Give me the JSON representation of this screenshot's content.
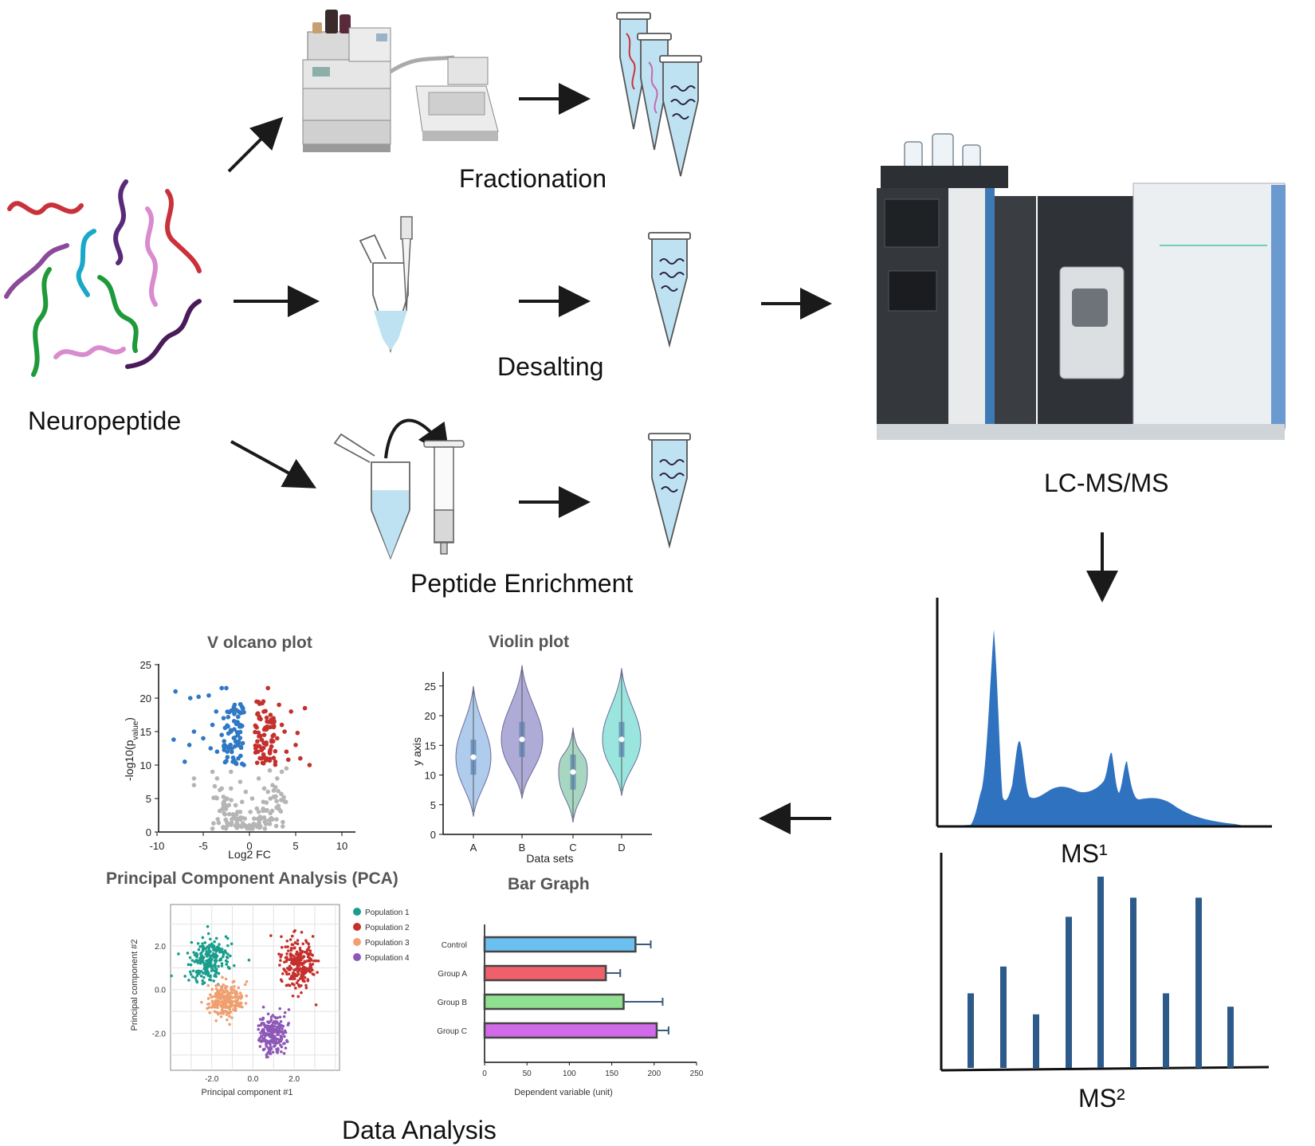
{
  "labels": {
    "neuropeptide": "Neuropeptide",
    "fractionation": "Fractionation",
    "desalting": "Desalting",
    "peptide_enrichment": "Peptide Enrichment",
    "lcmsms": "LC-MS/MS",
    "ms1": "MS¹",
    "ms2": "MS²",
    "data_analysis": "Data Analysis"
  },
  "colors": {
    "arrow": "#1a1a1a",
    "ms_blue": "#2f72c0",
    "ms2_bar": "#2c5a8a",
    "tube_liquid": "#bfe2f3",
    "up": "#c3312e",
    "down": "#2f78c4",
    "ns": "#b5b5b5"
  },
  "chart_data": [
    {
      "type": "scatter",
      "title": "V olcano plot",
      "xlabel": "Log2 FC",
      "ylabel": "-log10(p",
      "ylabel_sub": "value",
      "xlim": [
        -10,
        10
      ],
      "ylim": [
        0,
        25
      ],
      "xticks": [
        "-10",
        "-5",
        "0",
        "5",
        "10"
      ],
      "yticks": [
        "0",
        "5",
        "10",
        "15",
        "20",
        "25"
      ],
      "series": [
        {
          "group": "down",
          "points": [
            [
              -8,
              21
            ],
            [
              -8.2,
              13.8
            ],
            [
              -6.4,
              20
            ],
            [
              -5.5,
              20.2
            ],
            [
              -7,
              10.5
            ],
            [
              -6.5,
              13
            ],
            [
              -6,
              15
            ],
            [
              -5,
              14
            ],
            [
              -4.4,
              20.4
            ],
            [
              -4,
              16
            ],
            [
              -4.2,
              12.5
            ],
            [
              -3.6,
              18
            ],
            [
              -3,
              21.5
            ],
            [
              -2.5,
              21.5
            ],
            [
              -3.5,
              12
            ],
            [
              -3,
              14.5
            ],
            [
              -2.8,
              17
            ],
            [
              -2.2,
              12.5
            ],
            [
              -2,
              15
            ],
            [
              -1.6,
              19
            ],
            [
              -1.2,
              11
            ],
            [
              -1.5,
              13.5
            ],
            [
              -1.8,
              10.5
            ],
            [
              -1,
              16
            ],
            [
              -2.5,
              10.6
            ]
          ]
        },
        {
          "group": "up",
          "points": [
            [
              2,
              21.5
            ],
            [
              1.5,
              19.5
            ],
            [
              2.6,
              17
            ],
            [
              3,
              14
            ],
            [
              3.5,
              16
            ],
            [
              4,
              12
            ],
            [
              4.5,
              18
            ],
            [
              5,
              13
            ],
            [
              5.5,
              11
            ],
            [
              6,
              18.5
            ],
            [
              6.5,
              10
            ],
            [
              1.3,
              11
            ],
            [
              1.6,
              14.5
            ],
            [
              2.2,
              12
            ],
            [
              2.8,
              10.5
            ],
            [
              3.2,
              19
            ],
            [
              3.8,
              15
            ],
            [
              4.2,
              10.8
            ],
            [
              1.9,
              16.5
            ],
            [
              1.1,
              12.8
            ],
            [
              2.4,
              13.5
            ],
            [
              5.2,
              14.8
            ]
          ]
        },
        {
          "group": "ns",
          "points": [
            [
              -6,
              7
            ],
            [
              -6,
              8
            ],
            [
              -4,
              9
            ],
            [
              -3.5,
              8
            ],
            [
              -3,
              6.5
            ],
            [
              -2.5,
              5
            ],
            [
              -2,
              6.5
            ],
            [
              -1.5,
              4
            ],
            [
              -1,
              3
            ],
            [
              -0.5,
              2
            ],
            [
              0,
              1
            ],
            [
              0.5,
              2
            ],
            [
              1,
              3
            ],
            [
              1.5,
              4.5
            ],
            [
              2,
              6
            ],
            [
              2.5,
              7
            ],
            [
              3,
              8
            ],
            [
              3.5,
              9
            ],
            [
              4,
              9.5
            ],
            [
              -1,
              7.5
            ],
            [
              1,
              8
            ],
            [
              -2,
              9
            ],
            [
              2.2,
              9.2
            ],
            [
              0.3,
              5
            ],
            [
              -0.4,
              6
            ],
            [
              0.8,
              3.5
            ],
            [
              -0.8,
              4.5
            ],
            [
              1.6,
              6.5
            ],
            [
              -1.7,
              2.5
            ],
            [
              0.1,
              3
            ]
          ]
        }
      ]
    },
    {
      "type": "violin",
      "title": "Violin plot",
      "xlabel": "Data sets",
      "ylabel": "y axis",
      "categories": [
        "A",
        "B",
        "C",
        "D"
      ],
      "medians": [
        13,
        16,
        10.5,
        16
      ],
      "ranges": [
        [
          3,
          25
        ],
        [
          6,
          28.5
        ],
        [
          2,
          18
        ],
        [
          6.5,
          28
        ]
      ],
      "colors": [
        "#a7c6ea",
        "#a5a3d1",
        "#9fd3ba",
        "#8fe3dc"
      ],
      "ylim": [
        0,
        27
      ],
      "yticks": [
        "0",
        "5",
        "10",
        "15",
        "20",
        "25"
      ]
    },
    {
      "type": "scatter",
      "title": "Principal Component Analysis (PCA)",
      "xlabel": "Principal component #1",
      "ylabel": "Principal component #2",
      "xticks": [
        "-2.0",
        "0.0",
        "2.0"
      ],
      "yticks": [
        "2.0",
        "0.0",
        "-2.0"
      ],
      "xlim": [
        -4,
        4.2
      ],
      "ylim": [
        -3.7,
        3.9
      ],
      "legend": [
        "Population 1",
        "Population 2",
        "Population 3",
        "Population 4"
      ],
      "series": [
        {
          "name": "Population 1",
          "color": "#199e8d",
          "center": [
            -2.2,
            1.4
          ],
          "spread": [
            0.5,
            0.55
          ]
        },
        {
          "name": "Population 2",
          "color": "#c52f2c",
          "center": [
            2.2,
            1.2
          ],
          "spread": [
            0.45,
            0.6
          ]
        },
        {
          "name": "Population 3",
          "color": "#f0a070",
          "center": [
            -1.3,
            -0.5
          ],
          "spread": [
            0.45,
            0.4
          ]
        },
        {
          "name": "Population 4",
          "color": "#8e58b8",
          "center": [
            0.9,
            -2.1
          ],
          "spread": [
            0.35,
            0.45
          ]
        }
      ]
    },
    {
      "type": "bar",
      "title": "Bar Graph",
      "categories": [
        "Control",
        "Group A",
        "Group B",
        "Group C"
      ],
      "values": [
        178,
        143,
        164,
        203
      ],
      "errors": [
        18,
        17,
        46,
        14
      ],
      "colors": [
        "#6cc0f0",
        "#f0606a",
        "#8fe090",
        "#d06ae8"
      ],
      "xlabel": "Dependent variable (unit)",
      "xlim": [
        0,
        250
      ],
      "xticks": [
        "0",
        "50",
        "100",
        "150",
        "200",
        "250"
      ]
    },
    {
      "type": "area",
      "title": "",
      "label": "MS¹"
    },
    {
      "type": "bar",
      "title": "",
      "label": "MS²",
      "values": [
        0.39,
        0.53,
        0.28,
        0.79,
        1.0,
        0.89,
        0.39,
        0.89,
        0.32
      ]
    }
  ]
}
